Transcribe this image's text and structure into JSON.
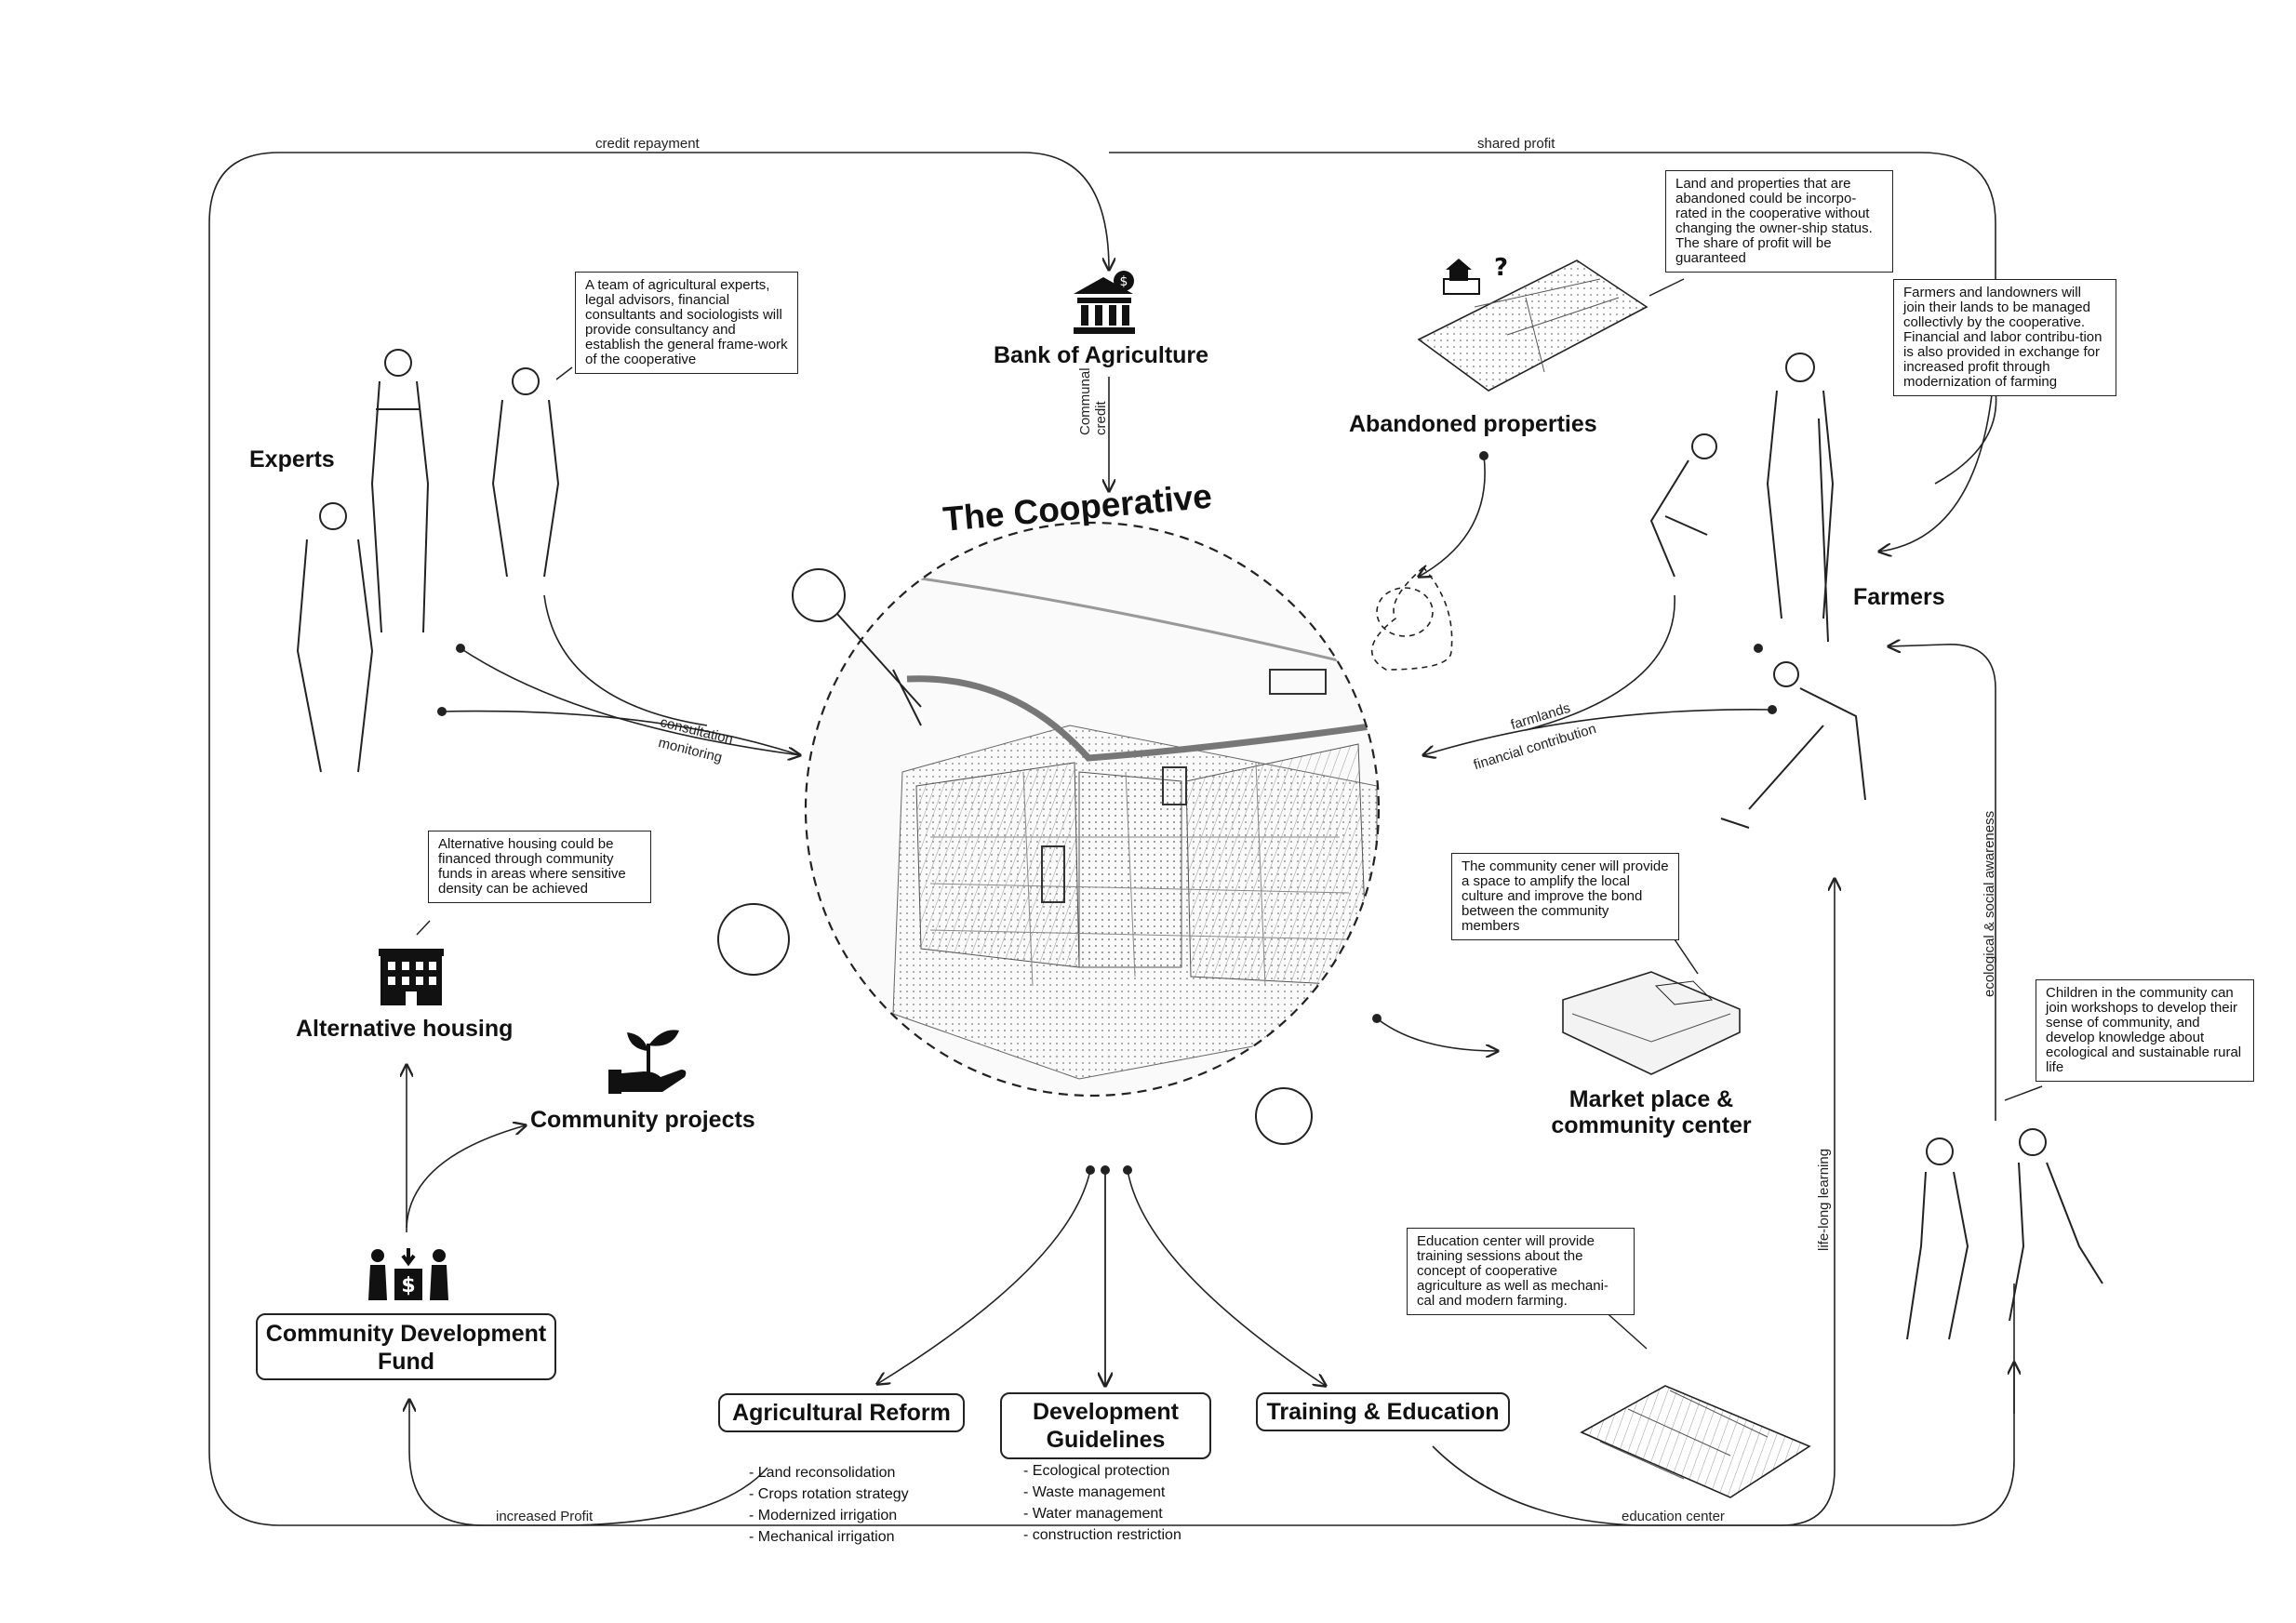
{
  "center": {
    "title": "The Cooperative"
  },
  "flows": {
    "credit_repayment": "credit repayment",
    "shared_profit": "shared profit",
    "communal_credit": "Communal credit",
    "consultation": "consultation",
    "monitoring": "monitoring",
    "farmlands": "farmlands",
    "financial_contribution": "financial contribution",
    "ecological_awareness": "ecological & social awareness",
    "life_long_learning": "life-long learning",
    "increased_profit": "increased Profit",
    "education_center": "education center"
  },
  "actors": {
    "bank": {
      "title": "Bank of Agriculture",
      "icon": "bank-icon"
    },
    "experts": {
      "title": "Experts",
      "note": "A team of agricultural experts, legal advisors, financial consultants and sociologists will provide consultancy and establish the general frame-work of the cooperative"
    },
    "abandoned": {
      "title": "Abandoned properties",
      "note": "Land and properties that are abandoned could be incorpo-rated in the cooperative without changing the owner-ship status. The share of profit will be guaranteed"
    },
    "farmers": {
      "title": "Farmers",
      "note": "Farmers and landowners will join their lands to be managed collectivly by the cooperative. Financial and labor contribu-tion is also provided in exchange for increased profit through modernization of farming"
    },
    "housing": {
      "title": "Alternative housing",
      "note": "Alternative housing could be financed through community funds in areas where sensitive density can be achieved",
      "icon": "building-icon"
    },
    "community_projects": {
      "title": "Community projects",
      "icon": "plant-hand-icon"
    },
    "fund": {
      "title": "Community Development Fund",
      "icon": "people-money-icon"
    },
    "market": {
      "title": "Market place & community center",
      "note": "The community cener will provide a space to amplify the local culture and improve the bond between the community members"
    },
    "education": {
      "note": "Education center will provide training sessions about the concept of cooperative agriculture as well as mechani-cal and modern farming."
    },
    "children": {
      "note": "Children in the community can join workshops to develop their sense of community, and develop knowledge about ecological and sustainable rural life"
    }
  },
  "programs": [
    {
      "title": "Agricultural Reform",
      "items": [
        "- Land reconsolidation",
        "- Crops rotation strategy",
        "- Modernized irrigation",
        "- Mechanical irrigation"
      ]
    },
    {
      "title": "Development Guidelines",
      "items": [
        "- Ecological protection",
        "- Waste management",
        "- Water management",
        "- construction restriction"
      ]
    },
    {
      "title": "Training & Education",
      "items": []
    }
  ]
}
